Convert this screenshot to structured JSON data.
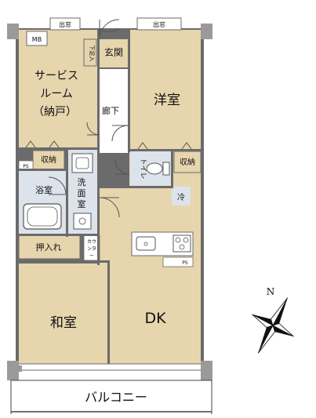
{
  "rooms": {
    "service_room": [
      "サービス",
      "ルーム",
      "（納戸）"
    ],
    "western_room": "洋室",
    "dk": "DK",
    "japanese_room": "和室",
    "entrance": "玄関",
    "hallway": "廊下",
    "bath": "浴室",
    "washroom": [
      "洗",
      "面",
      "室"
    ],
    "toilet": "トイレ"
  },
  "fixtures": {
    "mb": "MB",
    "window_left": "出窓",
    "window_right": "出窓",
    "shoe_storage": "下足入",
    "storage_left": "収納",
    "storage_right": "収納",
    "pipe_space_left": "PS",
    "pipe_space_right": "PS",
    "oshiire": "押入れ",
    "counter": [
      "カウ",
      "ンタ",
      "ー"
    ],
    "fridge": "冷"
  },
  "balcony": "バルコニー",
  "compass": {
    "north_label": "N"
  },
  "colors": {
    "room_fill": "#e6d5ad",
    "wet_fill": "#dde3ea",
    "wall": "#6b6b6b",
    "pillar": "#9a9a9a",
    "hall_fill": "#ffffff"
  }
}
